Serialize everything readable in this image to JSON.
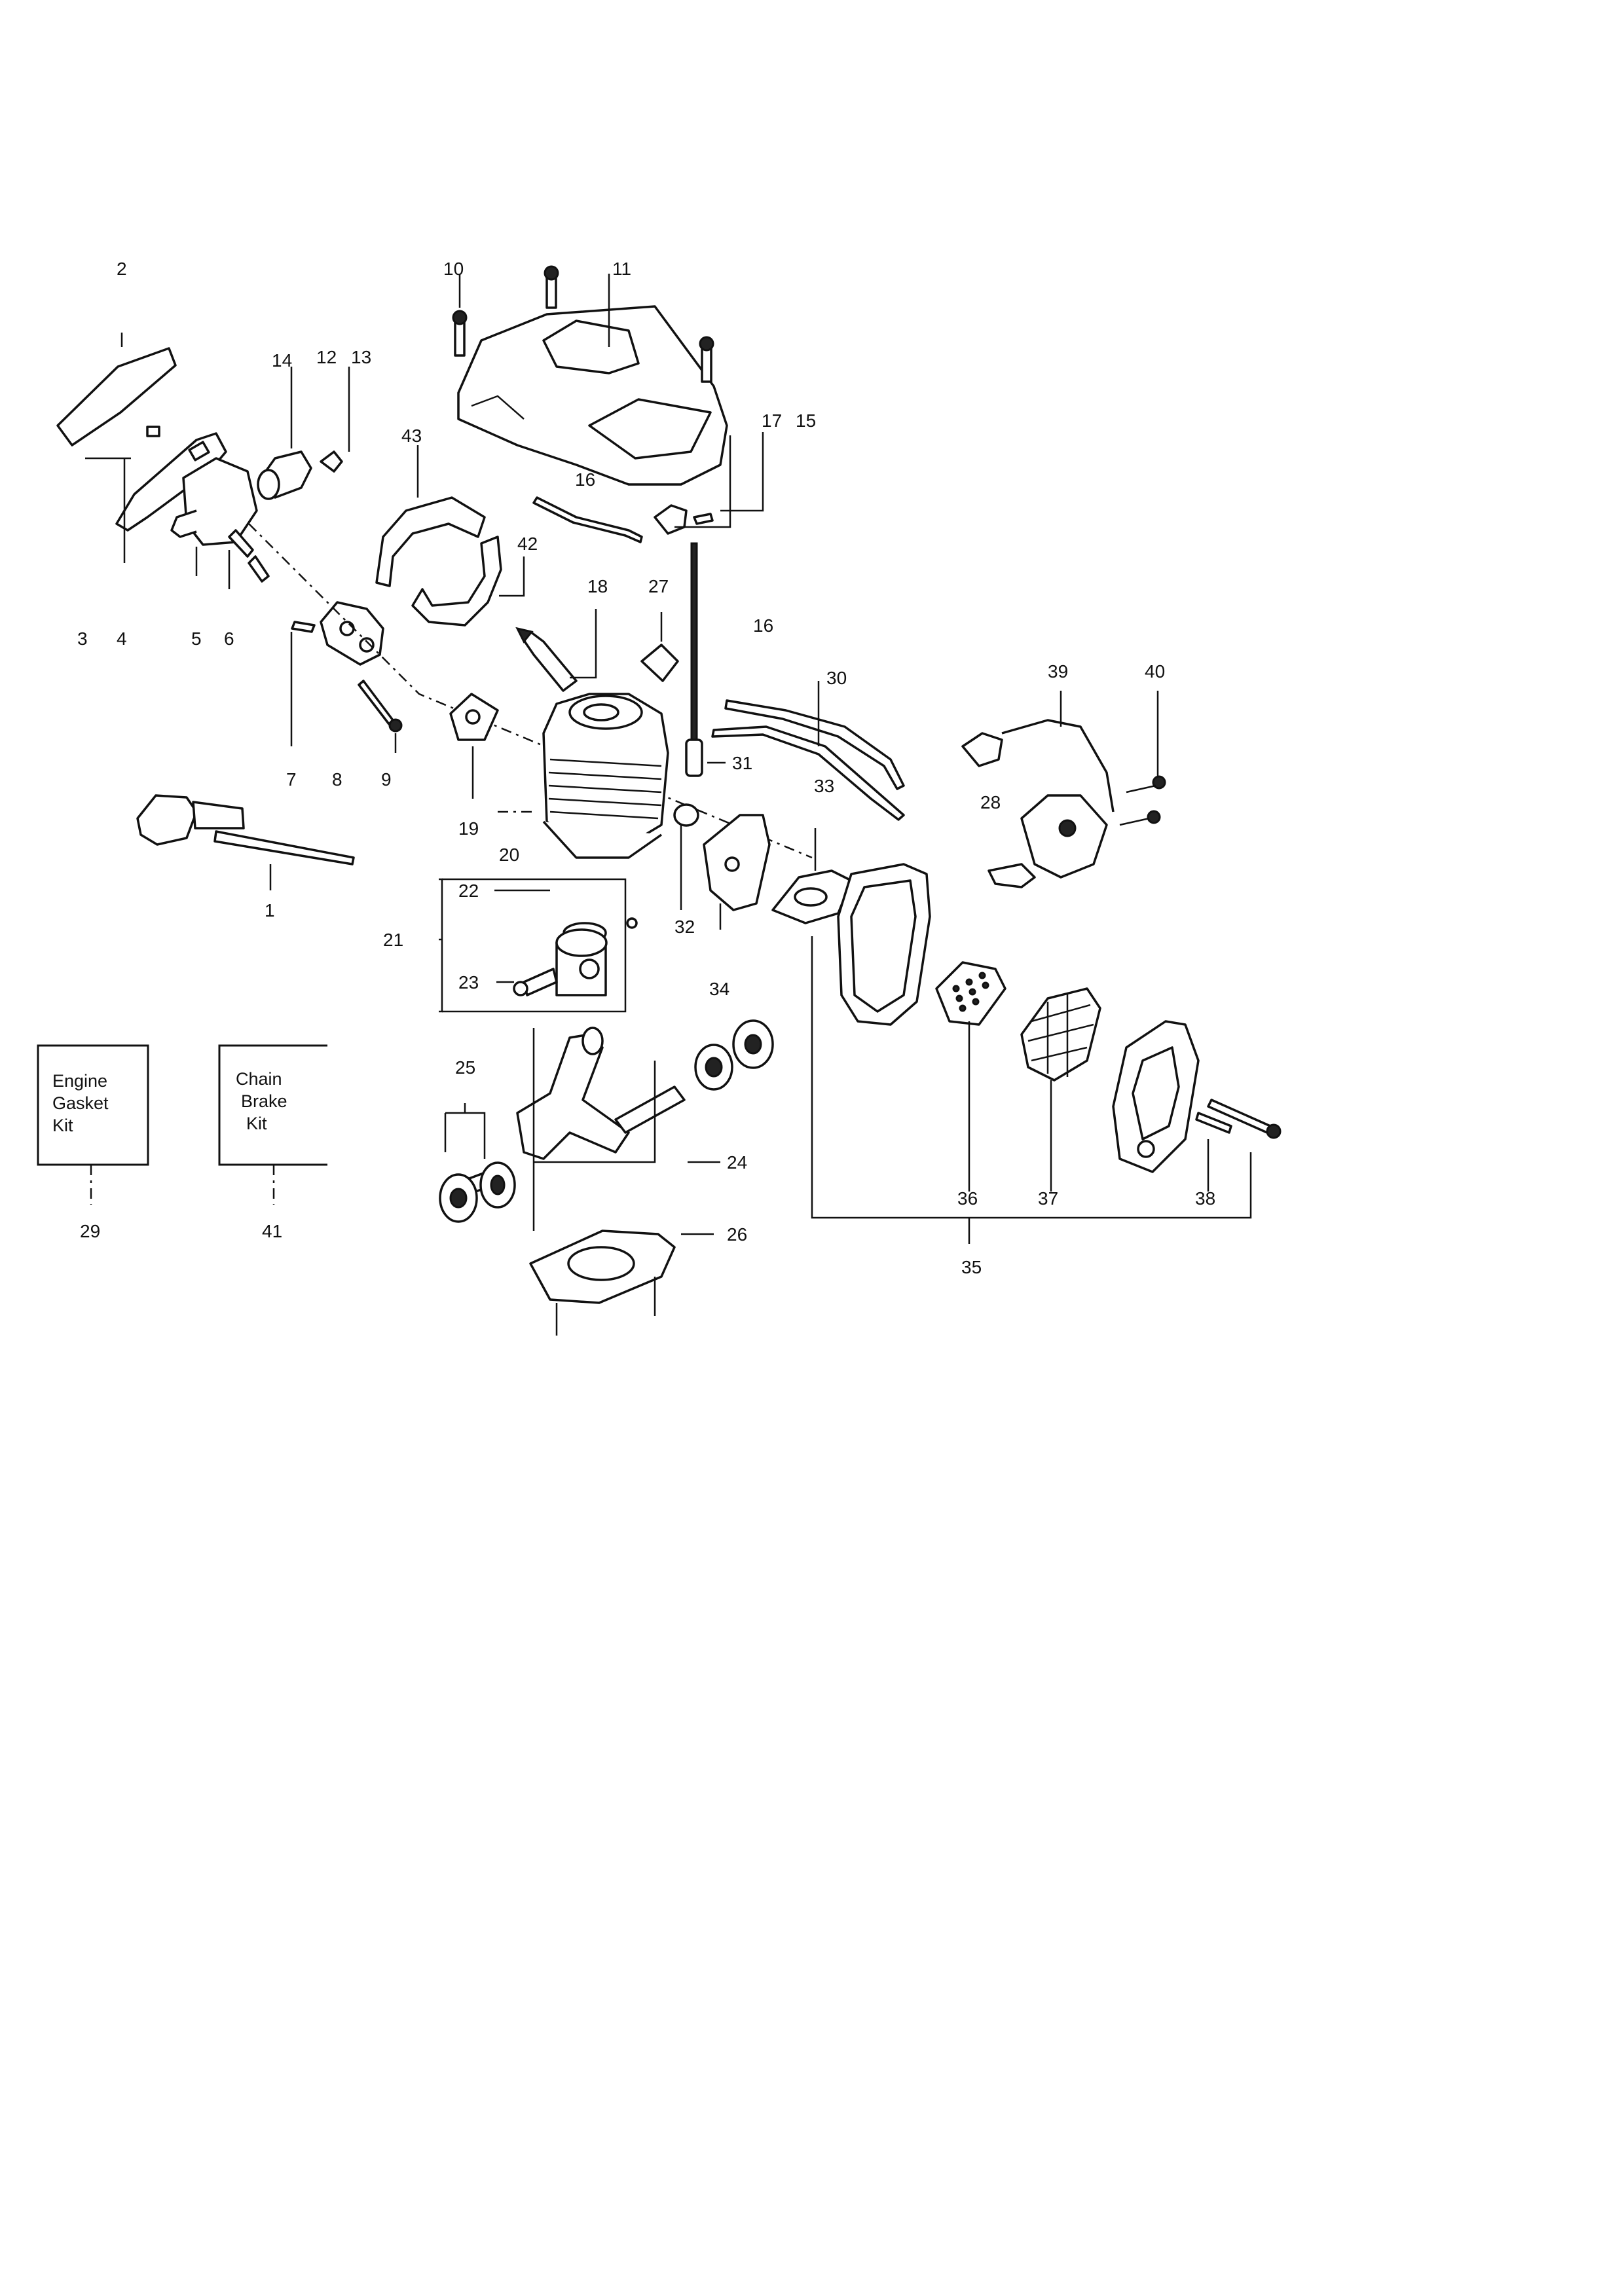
{
  "callouts": [
    "1",
    "2",
    "3",
    "4",
    "5",
    "6",
    "7",
    "8",
    "9",
    "10",
    "11",
    "12",
    "13",
    "14",
    "15",
    "16",
    "16",
    "17",
    "18",
    "19",
    "20",
    "21",
    "22",
    "23",
    "24",
    "25",
    "26",
    "27",
    "28",
    "29",
    "30",
    "31",
    "32",
    "33",
    "34",
    "35",
    "36",
    "37",
    "38",
    "39",
    "40",
    "41",
    "42",
    "43"
  ],
  "kits": {
    "engine_gasket": {
      "line1": "Engine",
      "line2": "Gasket",
      "line3": "Kit"
    },
    "chain_brake": {
      "line1": "Chain",
      "line2": "Brake",
      "line3": "Kit"
    }
  }
}
